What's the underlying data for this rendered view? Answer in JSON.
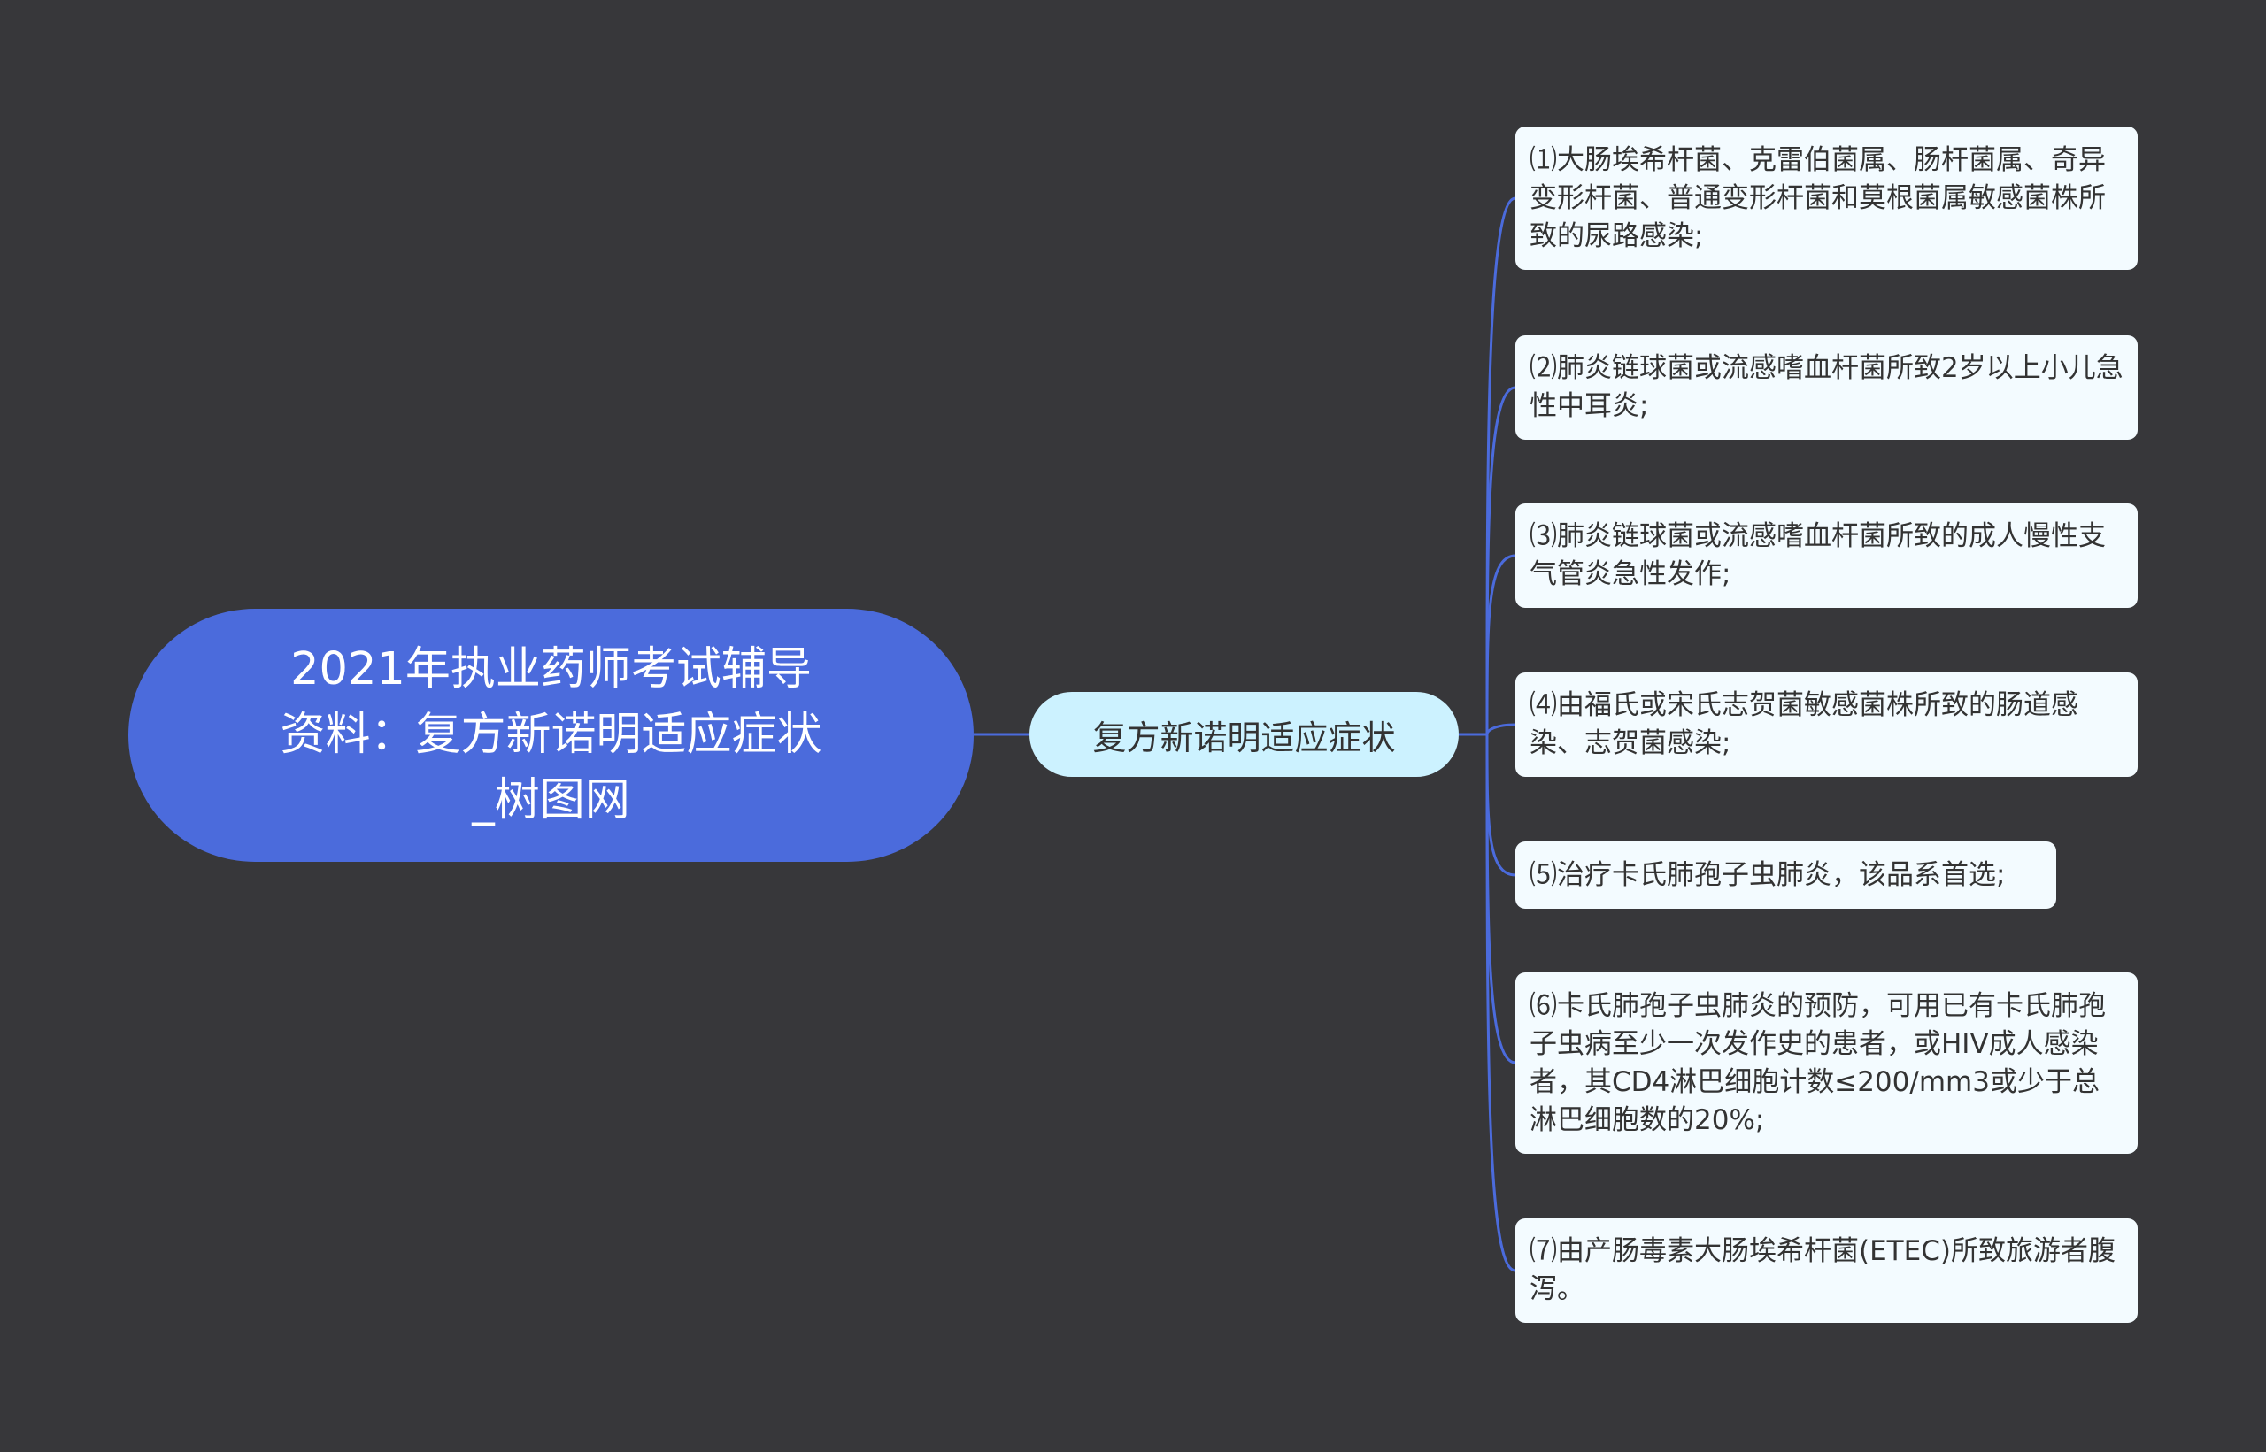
{
  "root": {
    "title": "2021年执业药师考试辅导资料：复方新诺明适应症状_树图网"
  },
  "branch": {
    "label": "复方新诺明适应症状"
  },
  "leaves": [
    {
      "text": "⑴大肠埃希杆菌、克雷伯菌属、肠杆菌属、奇异变形杆菌、普通变形杆菌和莫根菌属敏感菌株所致的尿路感染;"
    },
    {
      "text": "⑵肺炎链球菌或流感嗜血杆菌所致2岁以上小儿急性中耳炎;"
    },
    {
      "text": "⑶肺炎链球菌或流感嗜血杆菌所致的成人慢性支气管炎急性发作;"
    },
    {
      "text": "⑷由福氏或宋氏志贺菌敏感菌株所致的肠道感染、志贺菌感染;"
    },
    {
      "text": "⑸治疗卡氏肺孢子虫肺炎，该品系首选;"
    },
    {
      "text": "⑹卡氏肺孢子虫肺炎的预防，可用已有卡氏肺孢子虫病至少一次发作史的患者，或HIV成人感染者，其CD4淋巴细胞计数≤200/mm3或少于总淋巴细胞数的20%;"
    },
    {
      "text": "⑺由产肠毒素大肠埃希杆菌(ETEC)所致旅游者腹泻。"
    }
  ],
  "colors": {
    "background": "#37373a",
    "root_fill": "#4b6bdc",
    "branch_fill": "#ccf2ff",
    "leaf_fill": "#f3fbff",
    "connector": "#4b6bdc"
  }
}
